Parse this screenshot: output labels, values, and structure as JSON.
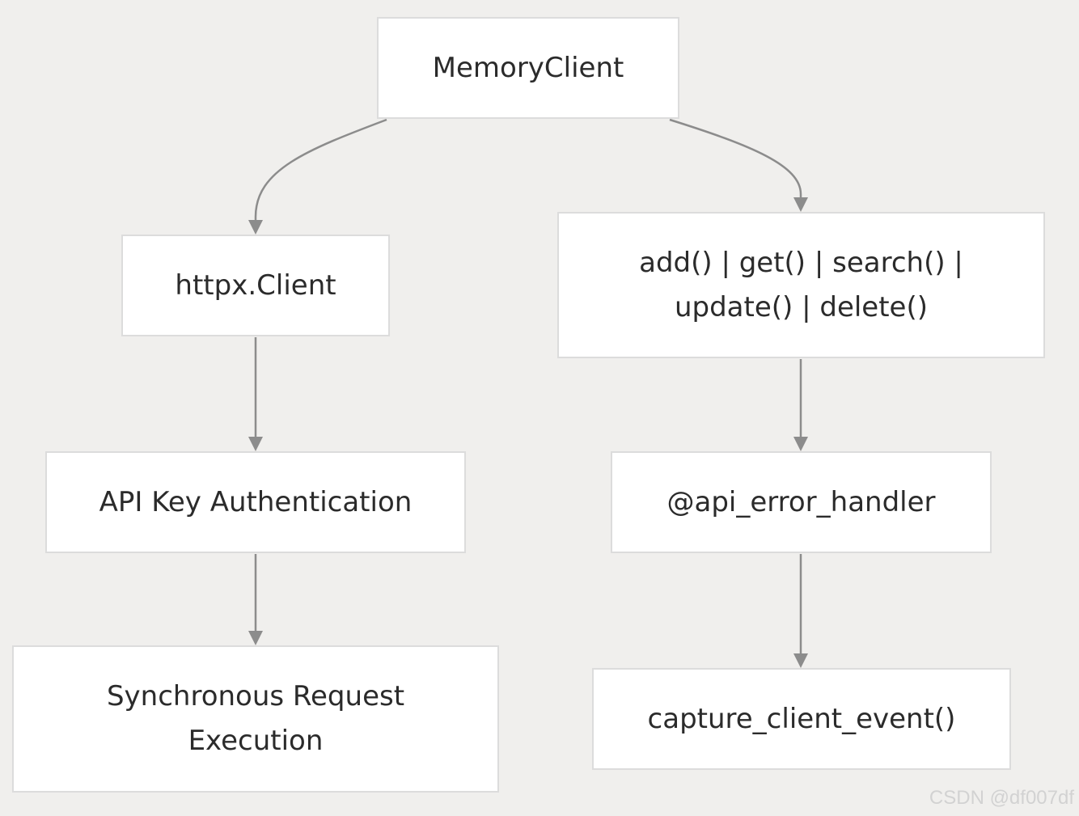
{
  "diagram": {
    "type": "flowchart",
    "nodes": {
      "memory_client": "MemoryClient",
      "httpx_client": "httpx.Client",
      "methods_line1": "add() | get() | search() |",
      "methods_line2": "update() | delete()",
      "api_key_auth": "API Key Authentication",
      "error_handler": "@api_error_handler",
      "sync_line1": "Synchronous Request",
      "sync_line2": "Execution",
      "capture_event": "capture_client_event()"
    },
    "edges": [
      {
        "from": "MemoryClient",
        "to": "httpx.Client"
      },
      {
        "from": "MemoryClient",
        "to": "add() | get() | search() | update() | delete()"
      },
      {
        "from": "httpx.Client",
        "to": "API Key Authentication"
      },
      {
        "from": "API Key Authentication",
        "to": "Synchronous Request Execution"
      },
      {
        "from": "add() | get() | search() | update() | delete()",
        "to": "@api_error_handler"
      },
      {
        "from": "@api_error_handler",
        "to": "capture_client_event()"
      }
    ],
    "colors": {
      "background": "#f0efed",
      "node_fill": "#ffffff",
      "node_border": "#dcdcdc",
      "edge": "#8c8c8c",
      "text": "#2b2b2b"
    }
  },
  "watermark": "CSDN @df007df"
}
